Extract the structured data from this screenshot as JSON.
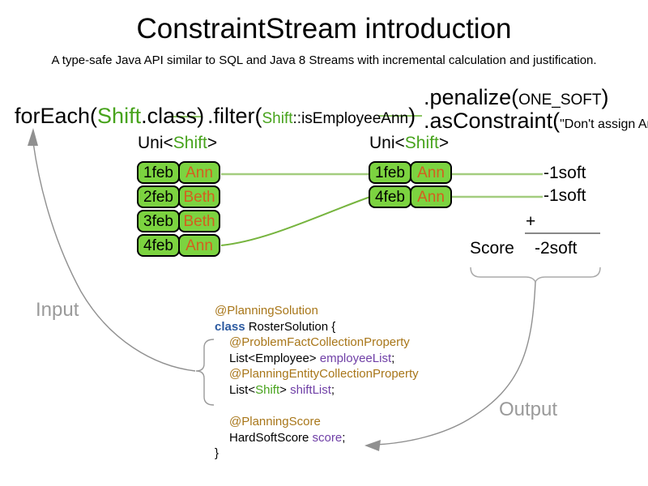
{
  "title": "ConstraintStream introduction",
  "subtitle": "A type-safe Java API similar to SQL and Java 8 Streams with incremental calculation and justification.",
  "pipeline": {
    "foreach": {
      "pre": "forEach(",
      "type": "Shift",
      "post": ".class)"
    },
    "filter": {
      "pre": ".filter(",
      "type": "Shift",
      "method": "::isEmployeeAnn",
      "post": ")"
    },
    "penalize": {
      "pre": ".penalize(",
      "arg": "ONE_SOFT",
      "post": ")"
    },
    "asconstraint": {
      "pre": ".asConstraint(",
      "arg": "\"Don't assign Ann\"",
      "post": ")"
    }
  },
  "left_stream": {
    "header": {
      "pre": "Uni<",
      "type": "Shift",
      "post": ">"
    },
    "rows": [
      {
        "date": "1feb",
        "name": "Ann"
      },
      {
        "date": "2feb",
        "name": "Beth"
      },
      {
        "date": "3feb",
        "name": "Beth"
      },
      {
        "date": "4feb",
        "name": "Ann"
      }
    ]
  },
  "right_stream": {
    "header": {
      "pre": "Uni<",
      "type": "Shift",
      "post": ">"
    },
    "rows": [
      {
        "date": "1feb",
        "name": "Ann"
      },
      {
        "date": "4feb",
        "name": "Ann"
      }
    ]
  },
  "penalties": [
    "-1soft",
    "-1soft"
  ],
  "sum": {
    "plus": "+",
    "score_label": "Score",
    "total": "-2soft"
  },
  "flow_labels": {
    "input": "Input",
    "output": "Output"
  },
  "code": {
    "lines": [
      {
        "indent": 0,
        "segs": [
          {
            "t": "@PlanningSolution",
            "c": "annotation"
          }
        ]
      },
      {
        "indent": 0,
        "segs": [
          {
            "t": "class",
            "c": "keyword"
          },
          {
            "t": " RosterSolution {",
            "c": "plain"
          }
        ]
      },
      {
        "indent": 1,
        "segs": [
          {
            "t": "@ProblemFactCollectionProperty",
            "c": "annotation"
          }
        ]
      },
      {
        "indent": 1,
        "segs": [
          {
            "t": "List<Employee> ",
            "c": "plain"
          },
          {
            "t": "employeeList",
            "c": "field"
          },
          {
            "t": ";",
            "c": "plain"
          }
        ]
      },
      {
        "indent": 1,
        "segs": [
          {
            "t": "@PlanningEntityCollectionProperty",
            "c": "annotation"
          }
        ]
      },
      {
        "indent": 1,
        "segs": [
          {
            "t": "List<",
            "c": "plain"
          },
          {
            "t": "Shift",
            "c": "type"
          },
          {
            "t": "> ",
            "c": "plain"
          },
          {
            "t": "shiftList",
            "c": "field"
          },
          {
            "t": ";",
            "c": "plain"
          }
        ]
      },
      {
        "indent": 0,
        "segs": []
      },
      {
        "indent": 1,
        "segs": [
          {
            "t": "@PlanningScore",
            "c": "annotation"
          }
        ]
      },
      {
        "indent": 1,
        "segs": [
          {
            "t": "HardSoftScore ",
            "c": "plain"
          },
          {
            "t": "score",
            "c": "field"
          },
          {
            "t": ";",
            "c": "plain"
          }
        ]
      },
      {
        "indent": 0,
        "segs": [
          {
            "t": "}",
            "c": "plain"
          }
        ]
      }
    ]
  },
  "colors": {
    "type_green": "#47a31c",
    "cell_green": "#7cd340",
    "name_orange": "#d35f1f",
    "annotation_brown": "#a87619",
    "keyword_blue": "#2c5aa0",
    "field_purple": "#6f3fa6",
    "connector_light_green": "#a3cd7e",
    "connector_green": "#76b43e",
    "dash_green": "#8cc563",
    "sum_line_gray": "#888888",
    "brace_gray": "#999999",
    "arrow_gray": "#909090",
    "label_gray": "#9a9a9a"
  }
}
